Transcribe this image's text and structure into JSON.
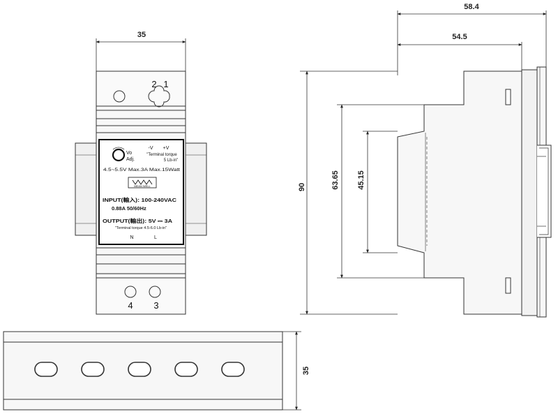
{
  "dimensions": {
    "front_width": "35",
    "side_overall_depth": "58.4",
    "side_body_depth": "54.5",
    "side_height": "90",
    "side_step_height": "63.65",
    "side_inner_height": "45.15",
    "rail_height": "35"
  },
  "terminals": {
    "top_left": "2",
    "top_right": "1",
    "bottom_left": "4",
    "bottom_right": "3"
  },
  "label": {
    "adj_line1": "Vo",
    "adj_line2": "Adj.",
    "pol_neg": "-V",
    "pol_pos": "+V",
    "torque_top_line1": "\"Terminal torque",
    "torque_top_line2": "5 Lb-in\"",
    "spec_line": "4.5~5.5V   Max.3A   Max.15Watt",
    "logo_text": "MEAN WELL",
    "input_line": "INPUT(輸入): 100-240VAC",
    "input_current": "0.88A   50/60Hz",
    "output_line": "OUTPUT(輸出): 5V ⎓ 3A",
    "torque_bottom": "\"Terminal torque 4.5-6.0 Lb-in\"",
    "term_n": "N",
    "term_l": "L"
  },
  "colors": {
    "line": "#333333",
    "body_fill": "#f7f7f7",
    "label_border": "#111111"
  }
}
